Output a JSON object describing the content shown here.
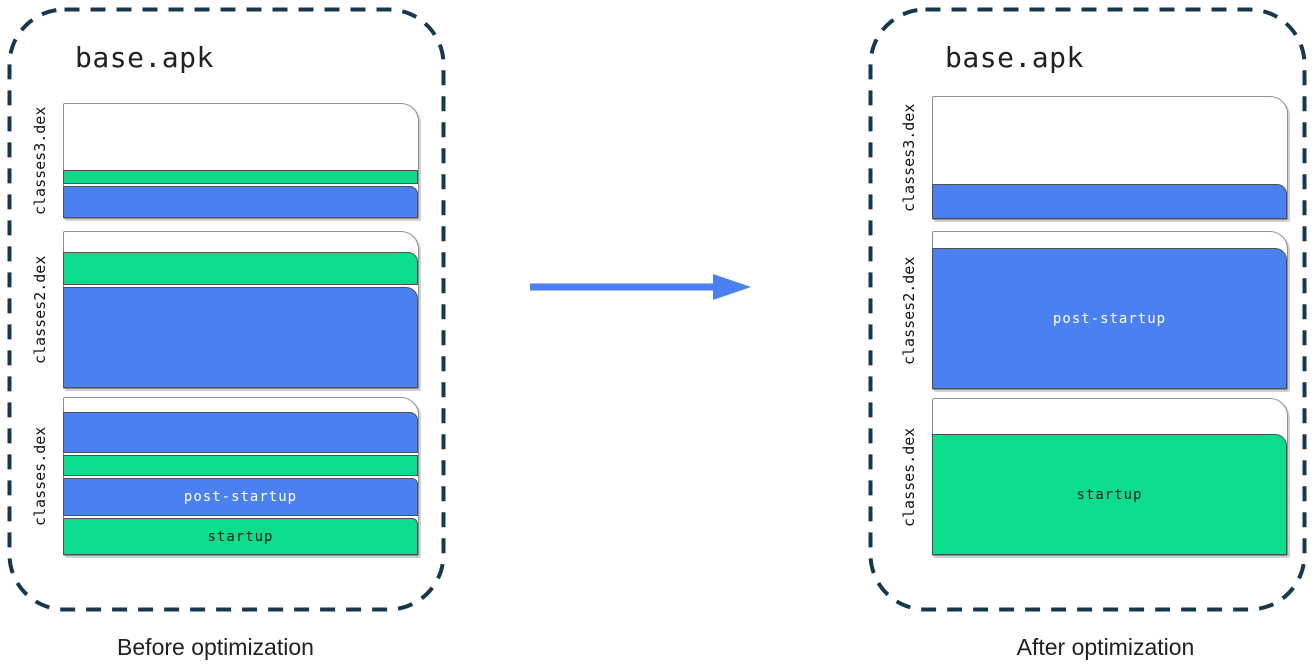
{
  "colors": {
    "band_blue": "#4a80ef",
    "band_green": "#0bdd8c",
    "apk_outline": "#17384c",
    "page_border": "#8f8f8f",
    "band_border": "#4d5156",
    "arrow_blue": "#4a80ef"
  },
  "arrow": {
    "icon": "arrow-right"
  },
  "before": {
    "title": "base.apk",
    "caption": "Before optimization",
    "files": [
      {
        "name": "classes3.dex",
        "bands": [
          {
            "color": "green"
          },
          {
            "color": "blue"
          }
        ]
      },
      {
        "name": "classes2.dex",
        "bands": [
          {
            "color": "green"
          },
          {
            "color": "blue"
          }
        ]
      },
      {
        "name": "classes.dex",
        "bands": [
          {
            "color": "blue"
          },
          {
            "color": "green"
          },
          {
            "color": "blue",
            "label": "post-startup"
          },
          {
            "color": "green",
            "label": "startup"
          }
        ]
      }
    ]
  },
  "after": {
    "title": "base.apk",
    "caption": "After optimization",
    "files": [
      {
        "name": "classes3.dex",
        "bands": [
          {
            "color": "blue"
          }
        ]
      },
      {
        "name": "classes2.dex",
        "bands": [
          {
            "color": "blue",
            "label": "post-startup"
          }
        ]
      },
      {
        "name": "classes.dex",
        "bands": [
          {
            "color": "green",
            "label": "startup"
          }
        ]
      }
    ]
  }
}
